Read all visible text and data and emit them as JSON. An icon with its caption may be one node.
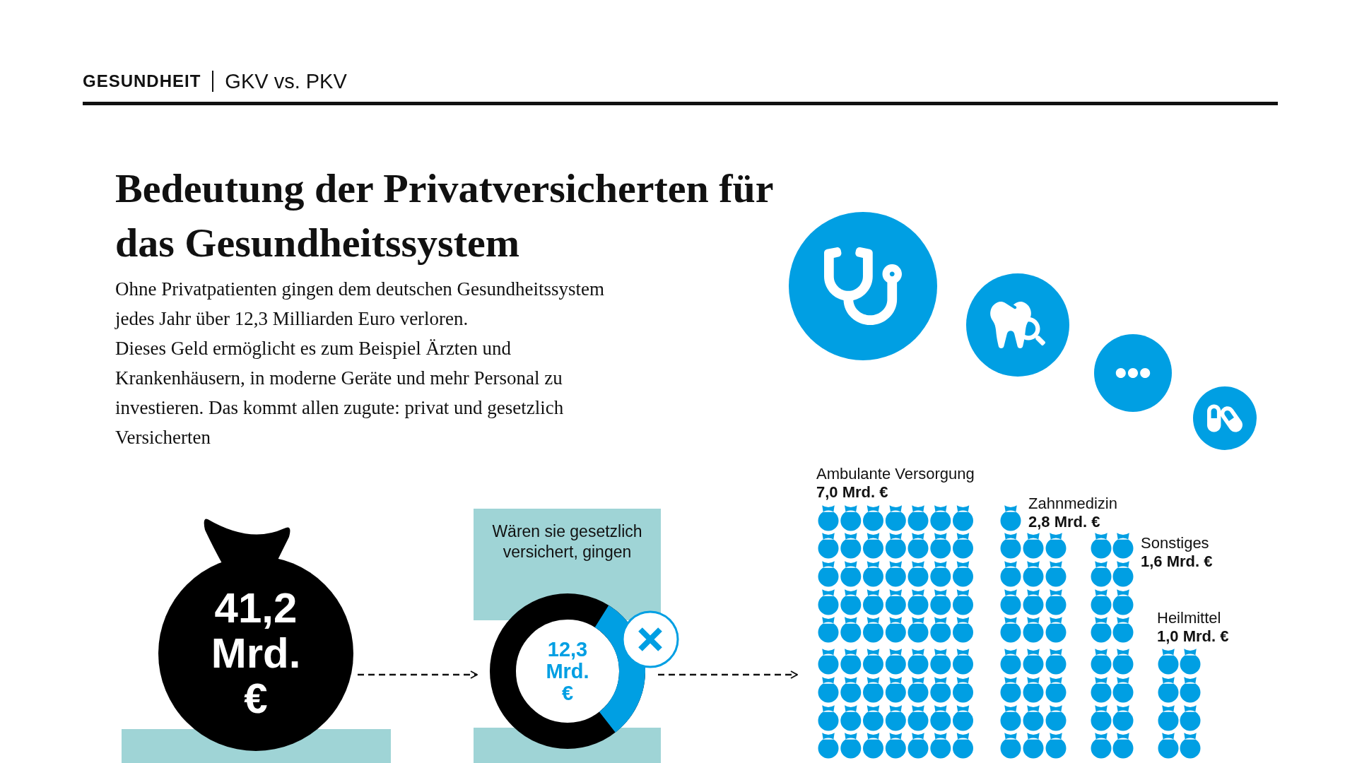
{
  "diagram": {
    "title": "Bedeutung der Privatversicherten für das Gesundheitssystem",
    "nodes": [
      {
        "text": [
          "41,2 Mrd. €"
        ]
      },
      {
        "text": [],
        "shape": "box"
      },
      {
        "text": [
          "Wären sie gesetzlich versichert, gingen"
        ]
      },
      {
        "text": [
          "12,3 Mrd. €"
        ]
      },
      {
        "text": [],
        "shape": "box"
      },
      {
        "text": [
          "Ambulante Versorgung",
          "7,0 Mrd. €"
        ]
      },
      {
        "text": [
          "Zahnmedizin",
          "2,8 Mrd. €"
        ]
      },
      {
        "text": [
          "Sonstiges",
          "1,6 Mrd. €"
        ]
      },
      {
        "text": [
          "Heilmittel",
          "1,0 Mrd. €"
        ]
      }
    ],
    "edges": [
      {
        "from": 0,
        "to": 3,
        "arrow": "to",
        "style": "dashed"
      },
      {
        "from": 3,
        "to": 5,
        "arrow": "to",
        "style": "dashed"
      }
    ],
    "labels": [
      "GESUNDHEIT",
      "GKV vs. PKV",
      "Ohne Privatpatienten gingen dem deutschen Gesundheitssystem jedes Jahr über 12,3 Milliarden Euro verloren.",
      "Dieses Geld ermöglicht es zum Beispiel Ärzten und Krankenhäusern, in moderne Geräte und mehr Personal zu investieren. Das kommt allen zugute: privat und gesetzlich Versicherten"
    ]
  }
}
